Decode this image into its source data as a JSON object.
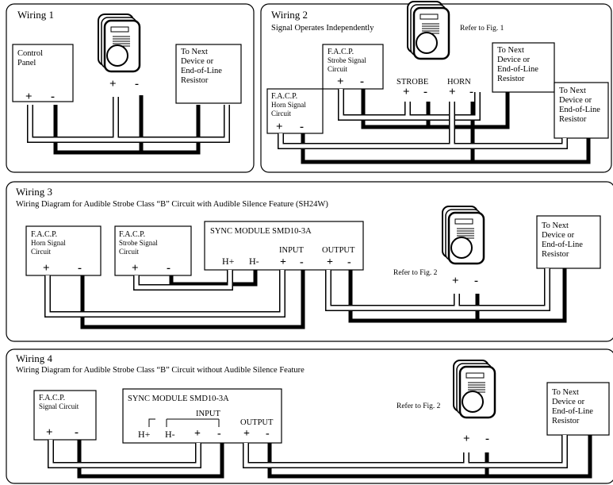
{
  "wiring1": {
    "title": "Wiring 1",
    "control_panel": [
      "Control",
      "Panel"
    ],
    "next_device": [
      "To Next",
      "Device or",
      "End-of-Line",
      "Resistor"
    ],
    "plus": "+",
    "minus": "-",
    "dev_plus": "+",
    "dev_minus": "-"
  },
  "wiring2": {
    "title": "Wiring 2",
    "subtitle": "Signal Operates Independently",
    "refer": "Refer to Fig. 1",
    "strobe_facp": [
      "F.A.C.P.",
      "Strobe Signal",
      "Circuit"
    ],
    "horn_facp": [
      "F.A.C.P.",
      "Horn Signal",
      "Circuit"
    ],
    "next_device_a": [
      "To Next",
      "Device or",
      "End-of-Line",
      "Resistor"
    ],
    "next_device_b": [
      "To Next",
      "Device or",
      "End-of-Line",
      "Resistor"
    ],
    "strobe_label": "STROBE",
    "horn_label": "HORN",
    "plus": "+",
    "minus": "-"
  },
  "wiring3": {
    "title": "Wiring 3",
    "subtitle": "Wiring Diagram for Audible Strobe Class “B” Circuit with Audible Silence Feature (SH24W)",
    "horn_facp": [
      "F.A.C.P.",
      "Horn Signal",
      "Circuit"
    ],
    "strobe_facp": [
      "F.A.C.P.",
      "Strobe Signal",
      "Circuit"
    ],
    "sync_module": "SYNC MODULE   SMD10-3A",
    "h_plus": "H+",
    "h_minus": "H-",
    "input": "INPUT",
    "output": "OUTPUT",
    "refer": "Refer to Fig. 2",
    "next_device": [
      "To Next",
      "Device or",
      "End-of-Line",
      "Resistor"
    ],
    "plus": "+",
    "minus": "-"
  },
  "wiring4": {
    "title": "Wiring 4",
    "subtitle": "Wiring Diagram for Audible Strobe Class “B” Circuit without Audible Silence Feature",
    "facp": [
      "F.A.C.P.",
      "Signal Circuit"
    ],
    "sync_module": "SYNC MODULE   SMD10-3A",
    "h_plus": "H+",
    "h_minus": "H-",
    "input": "INPUT",
    "output": "OUTPUT",
    "refer": "Refer to Fig. 2",
    "next_device": [
      "To Next",
      "Device or",
      "End-of-Line",
      "Resistor"
    ],
    "plus": "+",
    "minus": "-"
  }
}
